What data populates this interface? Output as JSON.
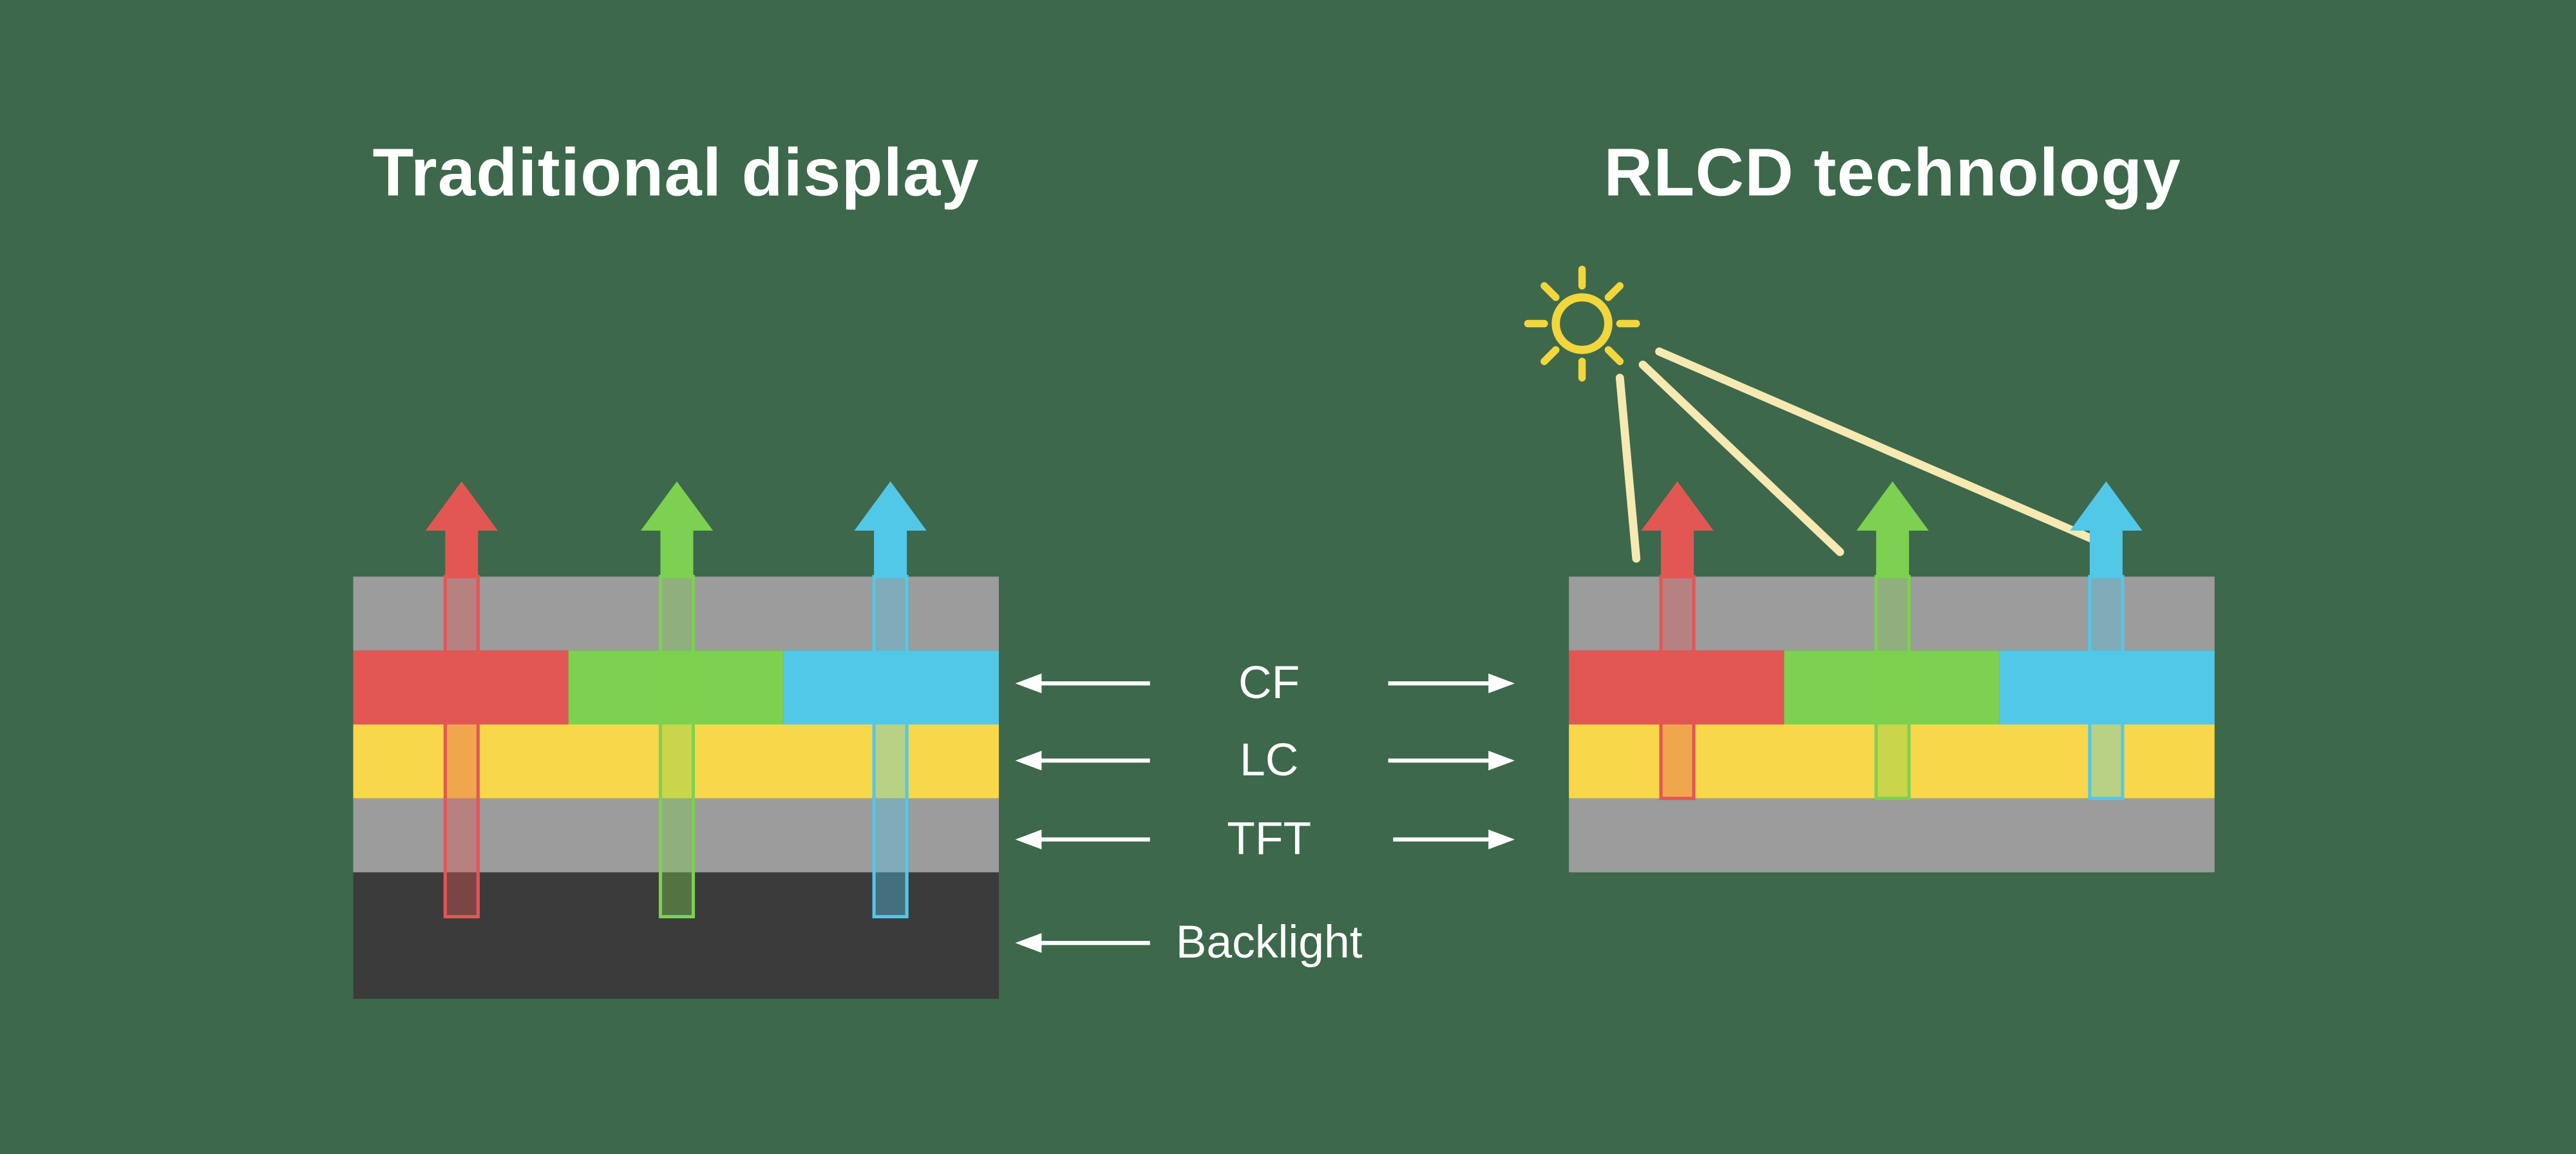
{
  "titles": {
    "left": "Traditional display",
    "right": "RLCD technology"
  },
  "labels": {
    "cf": "CF",
    "lc": "LC",
    "tft": "TFT",
    "backlight": "Backlight"
  },
  "colors": {
    "background": "#3D684B",
    "glass_gray": "#9C9C9C",
    "cf_red": "#E25754",
    "cf_green": "#7CD150",
    "cf_cyan": "#52C8E8",
    "lc_yellow": "#F8D74A",
    "backlight_dark": "#3B3B3B",
    "arrow_red": "#E25754",
    "arrow_green": "#7CD150",
    "arrow_cyan": "#52C8E8",
    "sun_yellow": "#F2D63E",
    "ray_pale_yellow": "#F6E9B2",
    "label_white": "#FFFFFF"
  }
}
